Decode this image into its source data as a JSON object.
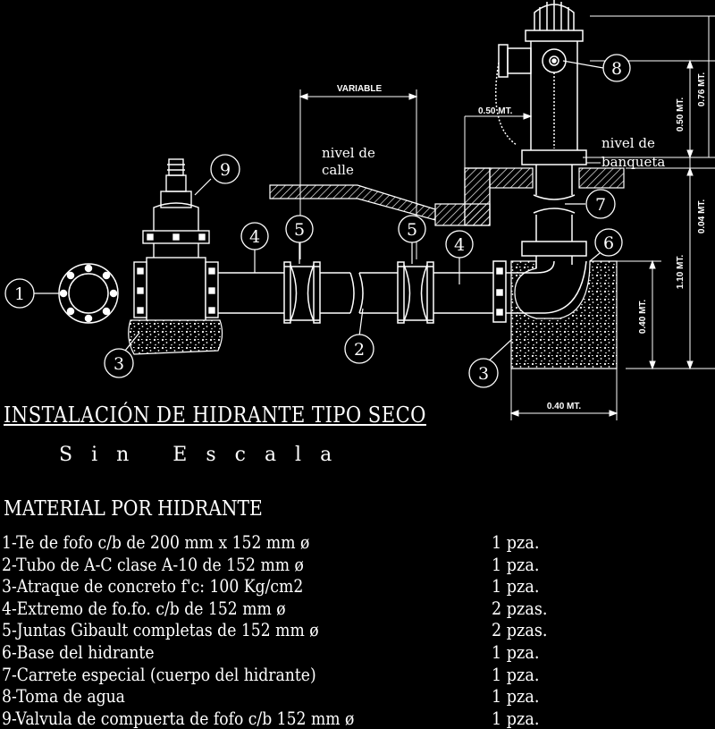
{
  "drawing": {
    "callouts": [
      "1",
      "2",
      "3",
      "3",
      "4",
      "4",
      "5",
      "5",
      "6",
      "7",
      "8",
      "9"
    ],
    "labels": {
      "variable": "VARIABLE",
      "dim_050_top": "0.50 MT.",
      "nivel_calle_1": "nivel de",
      "nivel_calle_2": "calle",
      "nivel_banqueta_1": "nivel de",
      "nivel_banqueta_2": "banqueta",
      "dim_076": "0.76 MT.",
      "dim_050_side": "0.50 MT.",
      "dim_004": "0.04 MT.",
      "dim_110": "1.10 MT.",
      "dim_040_v": "0.40 MT.",
      "dim_040_h": "0.40 MT."
    }
  },
  "title": "INSTALACIÓN DE HIDRANTE TIPO SECO",
  "subtitle": "Sin Escala",
  "materials_title": "MATERIAL POR HIDRANTE",
  "materials": [
    {
      "desc": "1-Te de fofo c/b de 200 mm x 152 mm ø",
      "qty": "1 pza."
    },
    {
      "desc": "2-Tubo de A-C clase A-10 de 152 mm ø",
      "qty": "1 pza."
    },
    {
      "desc": "3-Atraque de concreto f'c: 100 Kg/cm2",
      "qty": "1 pza."
    },
    {
      "desc": "4-Extremo de fo.fo. c/b de 152 mm ø",
      "qty": "2 pzas."
    },
    {
      "desc": "5-Juntas Gibault completas de 152 mm ø",
      "qty": "2 pzas."
    },
    {
      "desc": "6-Base del hidrante",
      "qty": "1 pza."
    },
    {
      "desc": "7-Carrete especial (cuerpo del hidrante)",
      "qty": "1 pza."
    },
    {
      "desc": "8-Toma de agua",
      "qty": "1 pza."
    },
    {
      "desc": "9-Valvula de compuerta de fofo c/b 152 mm ø",
      "qty": "1 pza."
    }
  ]
}
